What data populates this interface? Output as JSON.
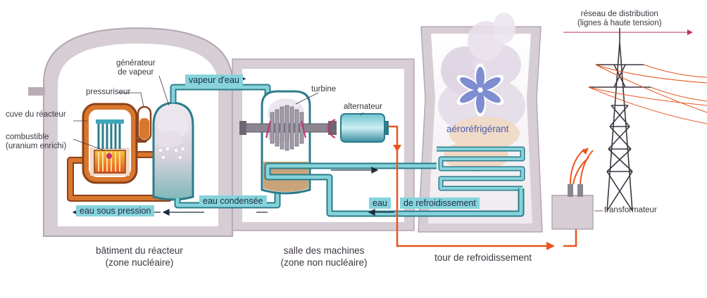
{
  "labels": {
    "generateur": "générateur\nde vapeur",
    "pressuriseur": "pressuriseur",
    "cuve": "cuve du réacteur",
    "combustible": "combustible\n(uranium enrichi)",
    "turbine": "turbine",
    "alternateur": "alternateur",
    "aerorefrigerant": "aéroréfrigérant",
    "reseau": "réseau de distribution\n(lignes à haute tension)",
    "transformateur": "transformateur"
  },
  "flows": {
    "vapeur": "vapeur d'eau",
    "eau_condensee": "eau condensée",
    "eau_pression": "eau sous pression",
    "eau": "eau",
    "refroidissement": "de refroidissement"
  },
  "zones": {
    "reacteur": "bâtiment du réacteur\n(zone nucléaire)",
    "machines": "salle des machines\n(zone non nucléaire)",
    "tour": "tour de refroidissement"
  },
  "colors": {
    "building": "#d7cdd5",
    "building_edge": "#b3a7b1",
    "teal": "#3ea7b9",
    "teal_dark": "#2c7c8a",
    "light_teal": "#86d3dc",
    "orange": "#e8551e",
    "brown": "#a5521f",
    "steam": "#dcd5e2",
    "text": "#3d3540",
    "magenta": "#c0306e"
  }
}
